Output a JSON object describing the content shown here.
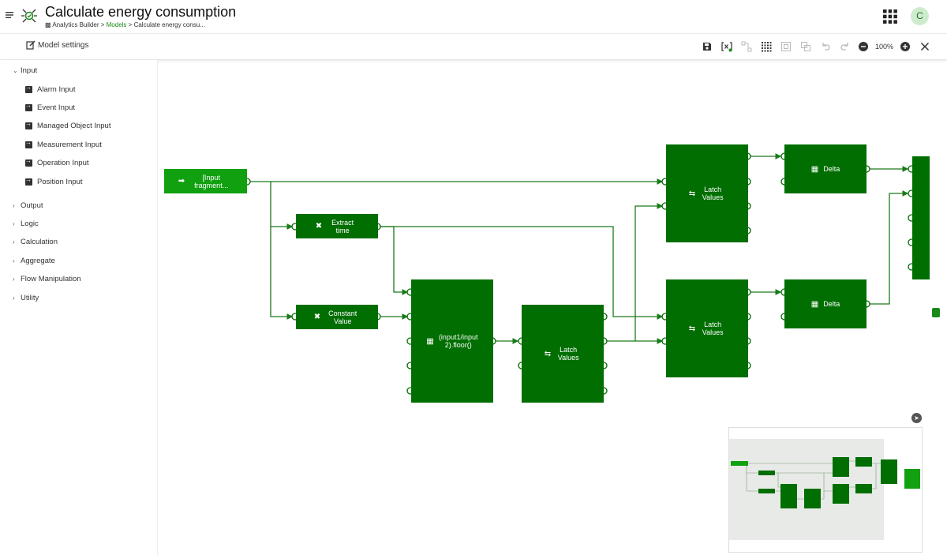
{
  "header": {
    "title": "Calculate energy consumption",
    "breadcrumb": {
      "root": "Analytics Builder",
      "sep1": ">",
      "models": "Models",
      "sep2": ">",
      "current": "Calculate energy consu..."
    },
    "avatar": "C"
  },
  "toolbar": {
    "model_settings": "Model settings",
    "zoom": "100%"
  },
  "sidebar": {
    "input": {
      "label": "Input",
      "items": [
        "Alarm Input",
        "Event Input",
        "Managed Object Input",
        "Measurement Input",
        "Operation Input",
        "Position Input"
      ]
    },
    "categories": [
      "Output",
      "Logic",
      "Calculation",
      "Aggregate",
      "Flow Manipulation",
      "Utility"
    ]
  },
  "blocks": {
    "input": "[Input fragment...",
    "extract": "Extract time",
    "constant": "Constant Value",
    "expr": "(input1/input2).floor()",
    "latch1": "Latch Values",
    "latch2": "Latch Values",
    "latch3": "Latch Values",
    "delta1": "Delta",
    "delta2": "Delta"
  },
  "colors": {
    "block": "#006e00",
    "input_block": "#10a010",
    "wire": "#1a7a1a",
    "link": "#1a8a1a"
  }
}
